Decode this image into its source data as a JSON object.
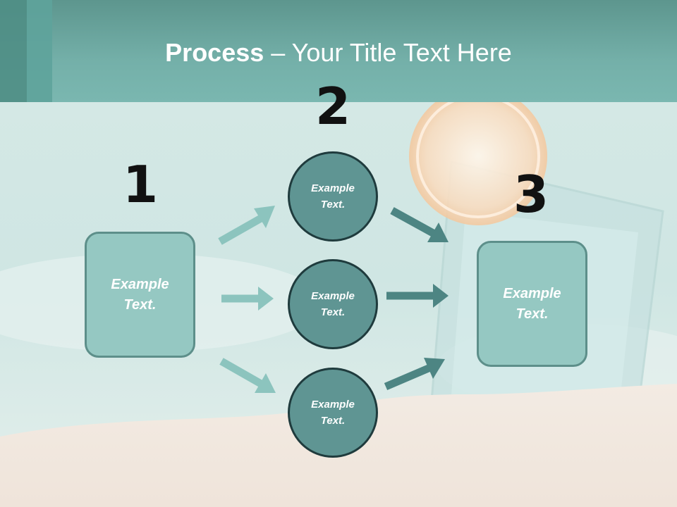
{
  "slide": {
    "title_bold": "Process",
    "title_rest": " – Your Title Text Here"
  },
  "steps": {
    "step1_number": "1",
    "step2_number": "2",
    "step3_number": "3"
  },
  "boxes": {
    "left_line1": "Example",
    "left_line2": "Text.",
    "right_line1": "Example",
    "right_line2": "Text."
  },
  "circles": [
    {
      "line1": "Example",
      "line2": "Text."
    },
    {
      "line1": "Example",
      "line2": "Text."
    },
    {
      "line1": "Example",
      "line2": "Text."
    }
  ],
  "colors": {
    "header": "#74b0a9",
    "box_fill": "#95c8c2",
    "circle_fill": "#5f9593",
    "arrow_light": "#8cc4be",
    "arrow_dark": "#4d8583"
  }
}
